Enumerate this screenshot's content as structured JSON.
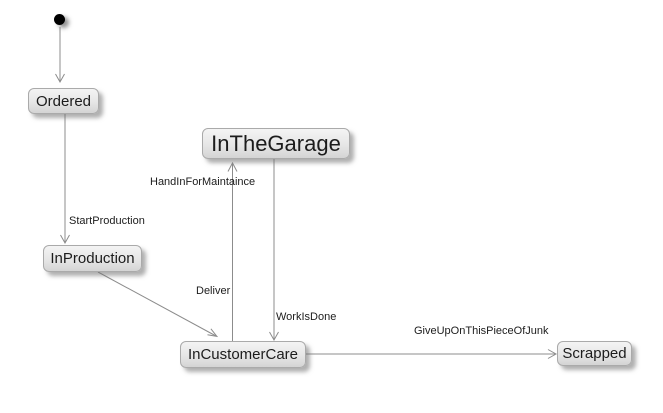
{
  "diagram": {
    "kind": "uml-state-machine",
    "background": "#ffffff",
    "colors": {
      "state_fill_top": "#f4f4f4",
      "state_fill_bottom": "#d4d4d4",
      "state_border": "#aaaaaa",
      "edge_line": "#8c8c8c",
      "text": "#1c1c1c",
      "initial_dot": "#000000"
    },
    "states": [
      {
        "name": "Ordered"
      },
      {
        "name": "InTheGarage"
      },
      {
        "name": "InProduction"
      },
      {
        "name": "InCustomerCare"
      },
      {
        "name": "Scrapped"
      }
    ],
    "transitions": [
      {
        "from": "initial",
        "to": "Ordered",
        "label": ""
      },
      {
        "from": "Ordered",
        "to": "InProduction",
        "label": "StartProduction"
      },
      {
        "from": "InProduction",
        "to": "InCustomerCare",
        "label": "Deliver"
      },
      {
        "from": "InCustomerCare",
        "to": "InTheGarage",
        "label": "HandInForMaintaince"
      },
      {
        "from": "InTheGarage",
        "to": "InCustomerCare",
        "label": "WorkIsDone"
      },
      {
        "from": "InCustomerCare",
        "to": "Scrapped",
        "label": "GiveUpOnThisPieceOfJunk"
      }
    ]
  }
}
